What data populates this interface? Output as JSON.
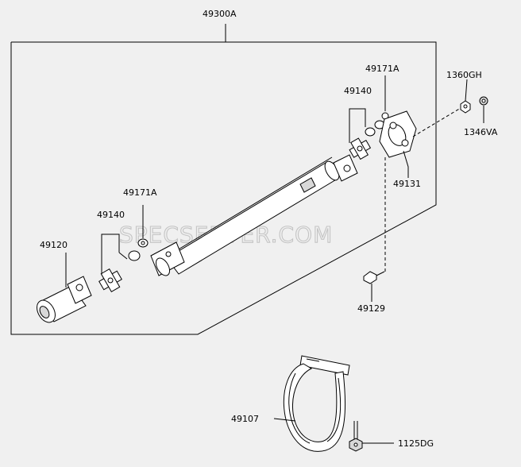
{
  "labels": {
    "assembly": "49300A",
    "tube_yoke": "49120",
    "spider_left": "49140",
    "cap_left": "49171A",
    "spider_right": "49140",
    "cap_right": "49171A",
    "flange_yoke": "49131",
    "washer": "1360GH",
    "nut": "1346VA",
    "bolt": "49129",
    "hanger": "49107",
    "hanger_bolt": "1125DG"
  },
  "watermark": "SPECSERVER.COM"
}
